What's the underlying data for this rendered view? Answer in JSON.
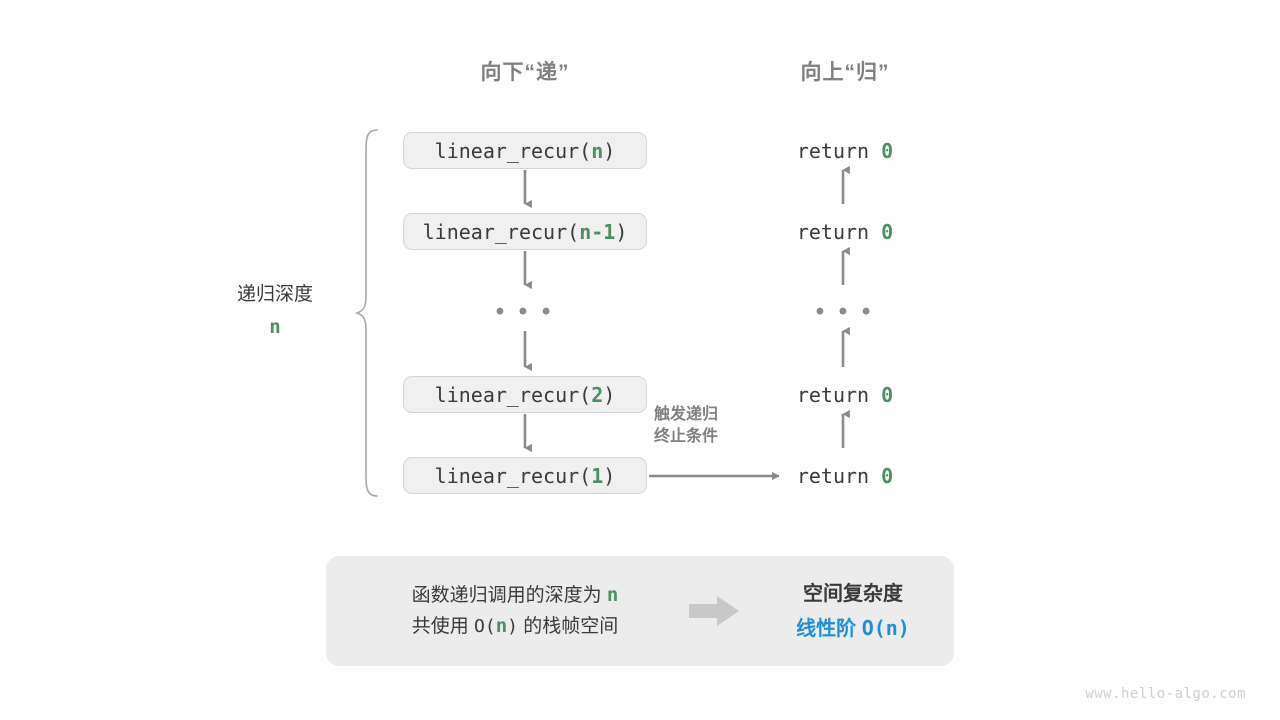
{
  "headers": {
    "down": "向下“递”",
    "up": "向上“归”"
  },
  "depth_annotation": {
    "label": "递归深度",
    "value": "n"
  },
  "call_stack": [
    {
      "prefix": "linear_recur(",
      "arg": "n",
      "suffix": ")"
    },
    {
      "prefix": "linear_recur(",
      "arg": "n-1",
      "suffix": ")"
    },
    {
      "prefix": "linear_recur(",
      "arg": "2",
      "suffix": ")"
    },
    {
      "prefix": "linear_recur(",
      "arg": "1",
      "suffix": ")"
    }
  ],
  "returns": [
    {
      "keyword": "return",
      "value": "0"
    },
    {
      "keyword": "return",
      "value": "0"
    },
    {
      "keyword": "return",
      "value": "0"
    },
    {
      "keyword": "return",
      "value": "0"
    }
  ],
  "ellipsis": "• • •",
  "terminate_note": {
    "line1": "触发递归",
    "line2": "终止条件"
  },
  "summary": {
    "left_line1_a": "函数递归调用的深度为",
    "left_line1_hl": "n",
    "left_line2_a": "共使用",
    "left_line2_mono_a": "O(",
    "left_line2_hl": "n",
    "left_line2_mono_b": ")",
    "left_line2_b": "的栈帧空间",
    "complexity_title": "空间复杂度",
    "complexity_order": "线性阶",
    "complexity_notation": "O(n)"
  },
  "watermark": "www.hello-algo.com",
  "colors": {
    "accent_green": "#4a9063",
    "accent_blue": "#1e90d8",
    "arrow_gray": "#8a8a8a",
    "box_fill": "#f0f0f0",
    "box_border": "#d6d6d6",
    "panel_fill": "#ececec",
    "header_gray": "#808080",
    "text_dark": "#3a3a3a",
    "watermark_gray": "#cfcfcf"
  }
}
